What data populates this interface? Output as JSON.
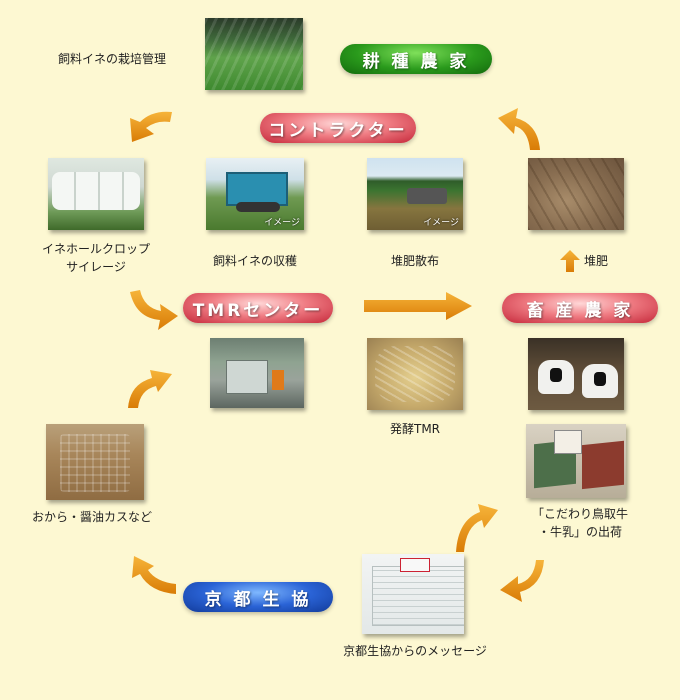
{
  "nodes": {
    "farmers": {
      "label": "耕 種 農 家"
    },
    "contractor": {
      "label": "コントラクター"
    },
    "tmr_center": {
      "label": "TMRセンター"
    },
    "livestock": {
      "label": "畜 産 農 家"
    },
    "coop": {
      "label": "京 都 生 協"
    }
  },
  "captions": {
    "rice_cultivation": "飼料イネの栽培管理",
    "silage": "イネホールクロップ\nサイレージ",
    "harvest": "飼料イネの収穫",
    "spreading": "堆肥散布",
    "compost": "堆肥",
    "fermented_tmr": "発酵TMR",
    "byproducts": "おから・醤油カスなど",
    "shipment": "「こだわり鳥取牛\n・牛乳」の出荷",
    "message": "京都生協からのメッセージ"
  },
  "photo_tags": {
    "harvest": "イメージ",
    "spreading": "イメージ"
  },
  "colors": {
    "background": "#fdf8d2",
    "arrow": "#e8960f",
    "farmers_pill": "#2a9a1c",
    "contractor_pill": "#f07d84",
    "coop_pill": "#2a63d6"
  }
}
